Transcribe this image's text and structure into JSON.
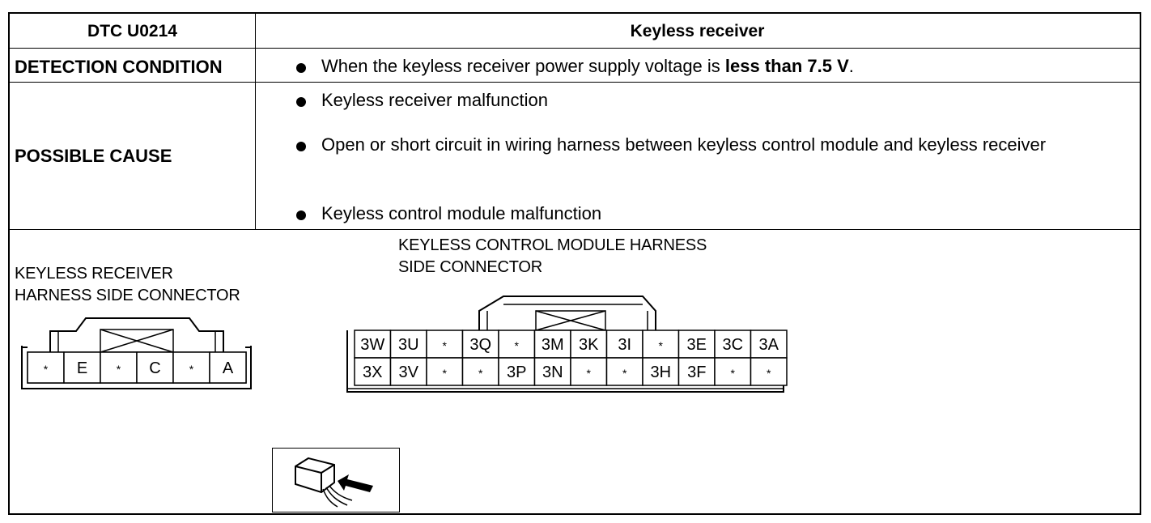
{
  "header": {
    "code": "DTC U0214",
    "title": "Keyless receiver"
  },
  "detection": {
    "label": "DETECTION CONDITION",
    "text_before": "When the keyless receiver power supply voltage is ",
    "text_bold": "less than 7.5 V",
    "text_after": "."
  },
  "cause": {
    "label": "POSSIBLE CAUSE",
    "items": [
      "Keyless receiver malfunction",
      "Open or short circuit in wiring harness between keyless control module and keyless receiver",
      "Keyless control module malfunction"
    ]
  },
  "receiver_connector": {
    "title_line1": "KEYLESS RECEIVER",
    "title_line2": "HARNESS SIDE CONNECTOR",
    "pins": [
      "*",
      "E",
      "*",
      "C",
      "*",
      "A"
    ]
  },
  "module_connector": {
    "title_line1": "KEYLESS CONTROL MODULE HARNESS",
    "title_line2": "SIDE CONNECTOR",
    "row_top": [
      "3W",
      "3U",
      "*",
      "3Q",
      "*",
      "3M",
      "3K",
      "3I",
      "*",
      "3E",
      "3C",
      "3A"
    ],
    "row_bottom": [
      "3X",
      "3V",
      "*",
      "*",
      "3P",
      "3N",
      "*",
      "*",
      "3H",
      "3F",
      "*",
      "*"
    ]
  },
  "probe_icon": "connector-probe-icon"
}
